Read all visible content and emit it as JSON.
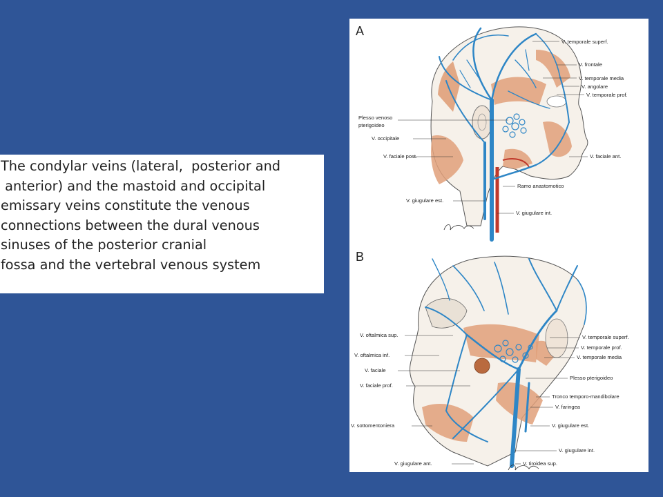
{
  "slide": {
    "background_color": "#2f5597",
    "text_lines": [
      "The condylar veins (lateral,  posterior and",
      " anterior) and the mastoid and occipital",
      "emissary veins constitute the venous",
      "connections between the dural venous",
      "sinuses of the posterior cranial",
      "fossa and the vertebral venous system"
    ]
  },
  "figure": {
    "colors": {
      "vein": "#2e86c6",
      "muscle": "#e0a07a",
      "artery": "#c0392b"
    },
    "panel_a": {
      "letter": "A",
      "labels_right": [
        "V. temporale superf.",
        "V. frontale",
        "V. temporale media",
        "V. angolare",
        "V. temporale prof.",
        "V. faciale ant.",
        "Ramo anastomotico",
        "V. giugulare int."
      ],
      "labels_left": [
        "Plesso venoso",
        "pterigoideo",
        "V. occipitale",
        "V. faciale post.",
        "V. giugulare est."
      ],
      "signature": "A. Cittadino"
    },
    "panel_b": {
      "letter": "B",
      "labels_right": [
        "V. temporale superf.",
        "V. temporale prof.",
        "V. temporale media",
        "Plesso pterigoideo",
        "Tronco temporo-mandibolare",
        "V. faringea",
        "V. giugulare est.",
        "V. giugulare int.",
        "V. tiroidea sup."
      ],
      "labels_left": [
        "V. oftalmica sup.",
        "V. oftalmica inf.",
        "V. faciale",
        "V. faciale prof.",
        "V. sottomentoniera",
        "V. giugulare ant."
      ],
      "signature": "A. Cittadino"
    }
  }
}
